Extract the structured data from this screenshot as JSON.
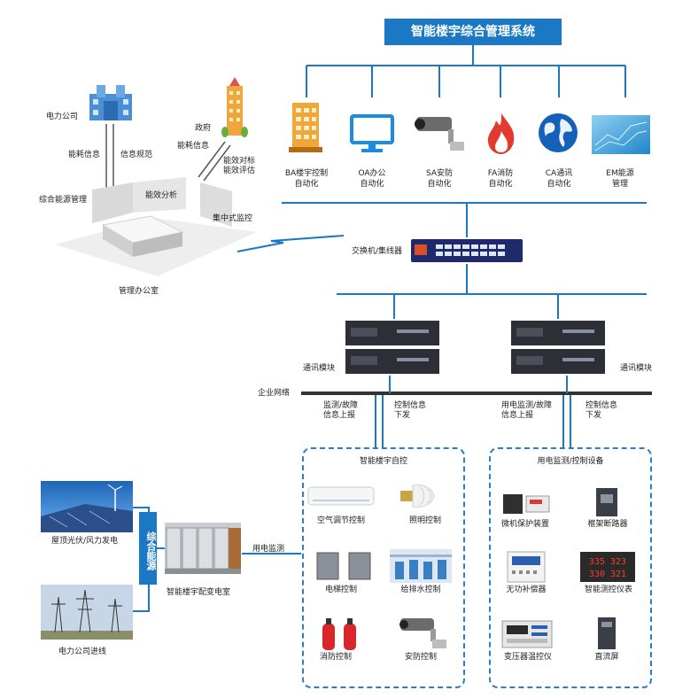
{
  "title": "智能楼宇综合管理系统",
  "office": {
    "power_company": "电力公司",
    "energy_info": "能耗信息",
    "info_spec": "信息规范",
    "government": "政府",
    "energy_info_gov": "能耗信息",
    "efficiency_compare_1": "能效对标",
    "efficiency_compare_2": "能效评估",
    "integrated_energy_mgmt": "综合能源管理",
    "efficiency_analysis": "能效分析",
    "central_monitor": "集中式监控",
    "mgmt_office": "管理办公室"
  },
  "systems": [
    {
      "line1": "BA楼宇控制",
      "line2": "自动化",
      "icon": "building-icon"
    },
    {
      "line1": "OA办公",
      "line2": "自动化",
      "icon": "monitor-icon"
    },
    {
      "line1": "SA安防",
      "line2": "自动化",
      "icon": "camera-icon"
    },
    {
      "line1": "FA消防",
      "line2": "自动化",
      "icon": "fire-icon"
    },
    {
      "line1": "CA通讯",
      "line2": "自动化",
      "icon": "globe-icon"
    },
    {
      "line1": "EM能源",
      "line2": "管理",
      "icon": "energy-icon"
    }
  ],
  "switch_label": "交换机/集线器",
  "comm_module_left": "通讯模块",
  "comm_module_right": "通讯模块",
  "enterprise_network": "企业网络",
  "flows": {
    "monitor_fault_1": "监测/故障",
    "monitor_fault_2": "信息上报",
    "control_info_1": "控制信息",
    "control_info_2": "下发",
    "power_monitor_fault_1": "用电监测/故障",
    "power_monitor_fault_2": "信息上报",
    "control_info_r1": "控制信息",
    "control_info_r2": "下发"
  },
  "left_panel": {
    "title": "智能楼宇自控",
    "items": [
      "空气调节控制",
      "照明控制",
      "电梯控制",
      "给排水控制",
      "消防控制",
      "安防控制"
    ]
  },
  "right_panel": {
    "title": "用电监测/控制设备",
    "items": [
      "微机保护装置",
      "框架断路器",
      "无功补偿器",
      "智能测控仪表",
      "变压器温控仪",
      "直流屏"
    ]
  },
  "sources": {
    "rooftop": "屋顶光伏/风力发电",
    "grid": "电力公司进线",
    "integrated_source": "综合能源",
    "substation": "智能楼宇配变电室",
    "power_monitor": "用电监测"
  },
  "meter_readings": {
    "top": "335 323",
    "bottom": "330 321"
  },
  "colors": {
    "accent": "#1b78c4",
    "dash": "#2a7fc7",
    "bus": "#333333"
  }
}
